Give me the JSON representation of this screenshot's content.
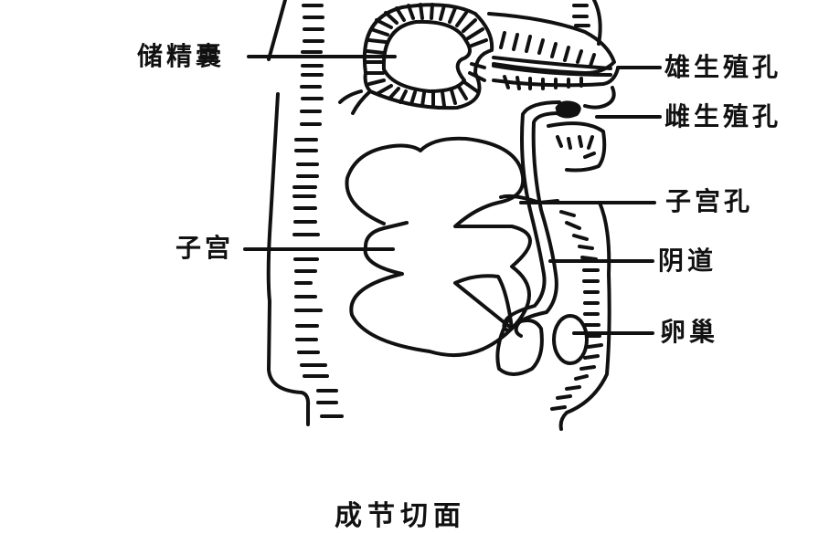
{
  "diagram": {
    "caption": "成节切面",
    "labels": {
      "seminal_vesicle": "储精囊",
      "male_pore": "雄生殖孔",
      "female_pore": "雌生殖孔",
      "uterus_left": "子宫",
      "uterine_pore": "子宫孔",
      "vagina": "阴道",
      "ovary": "卵巢"
    },
    "colors": {
      "ink": "#111111",
      "background": "#ffffff"
    }
  }
}
